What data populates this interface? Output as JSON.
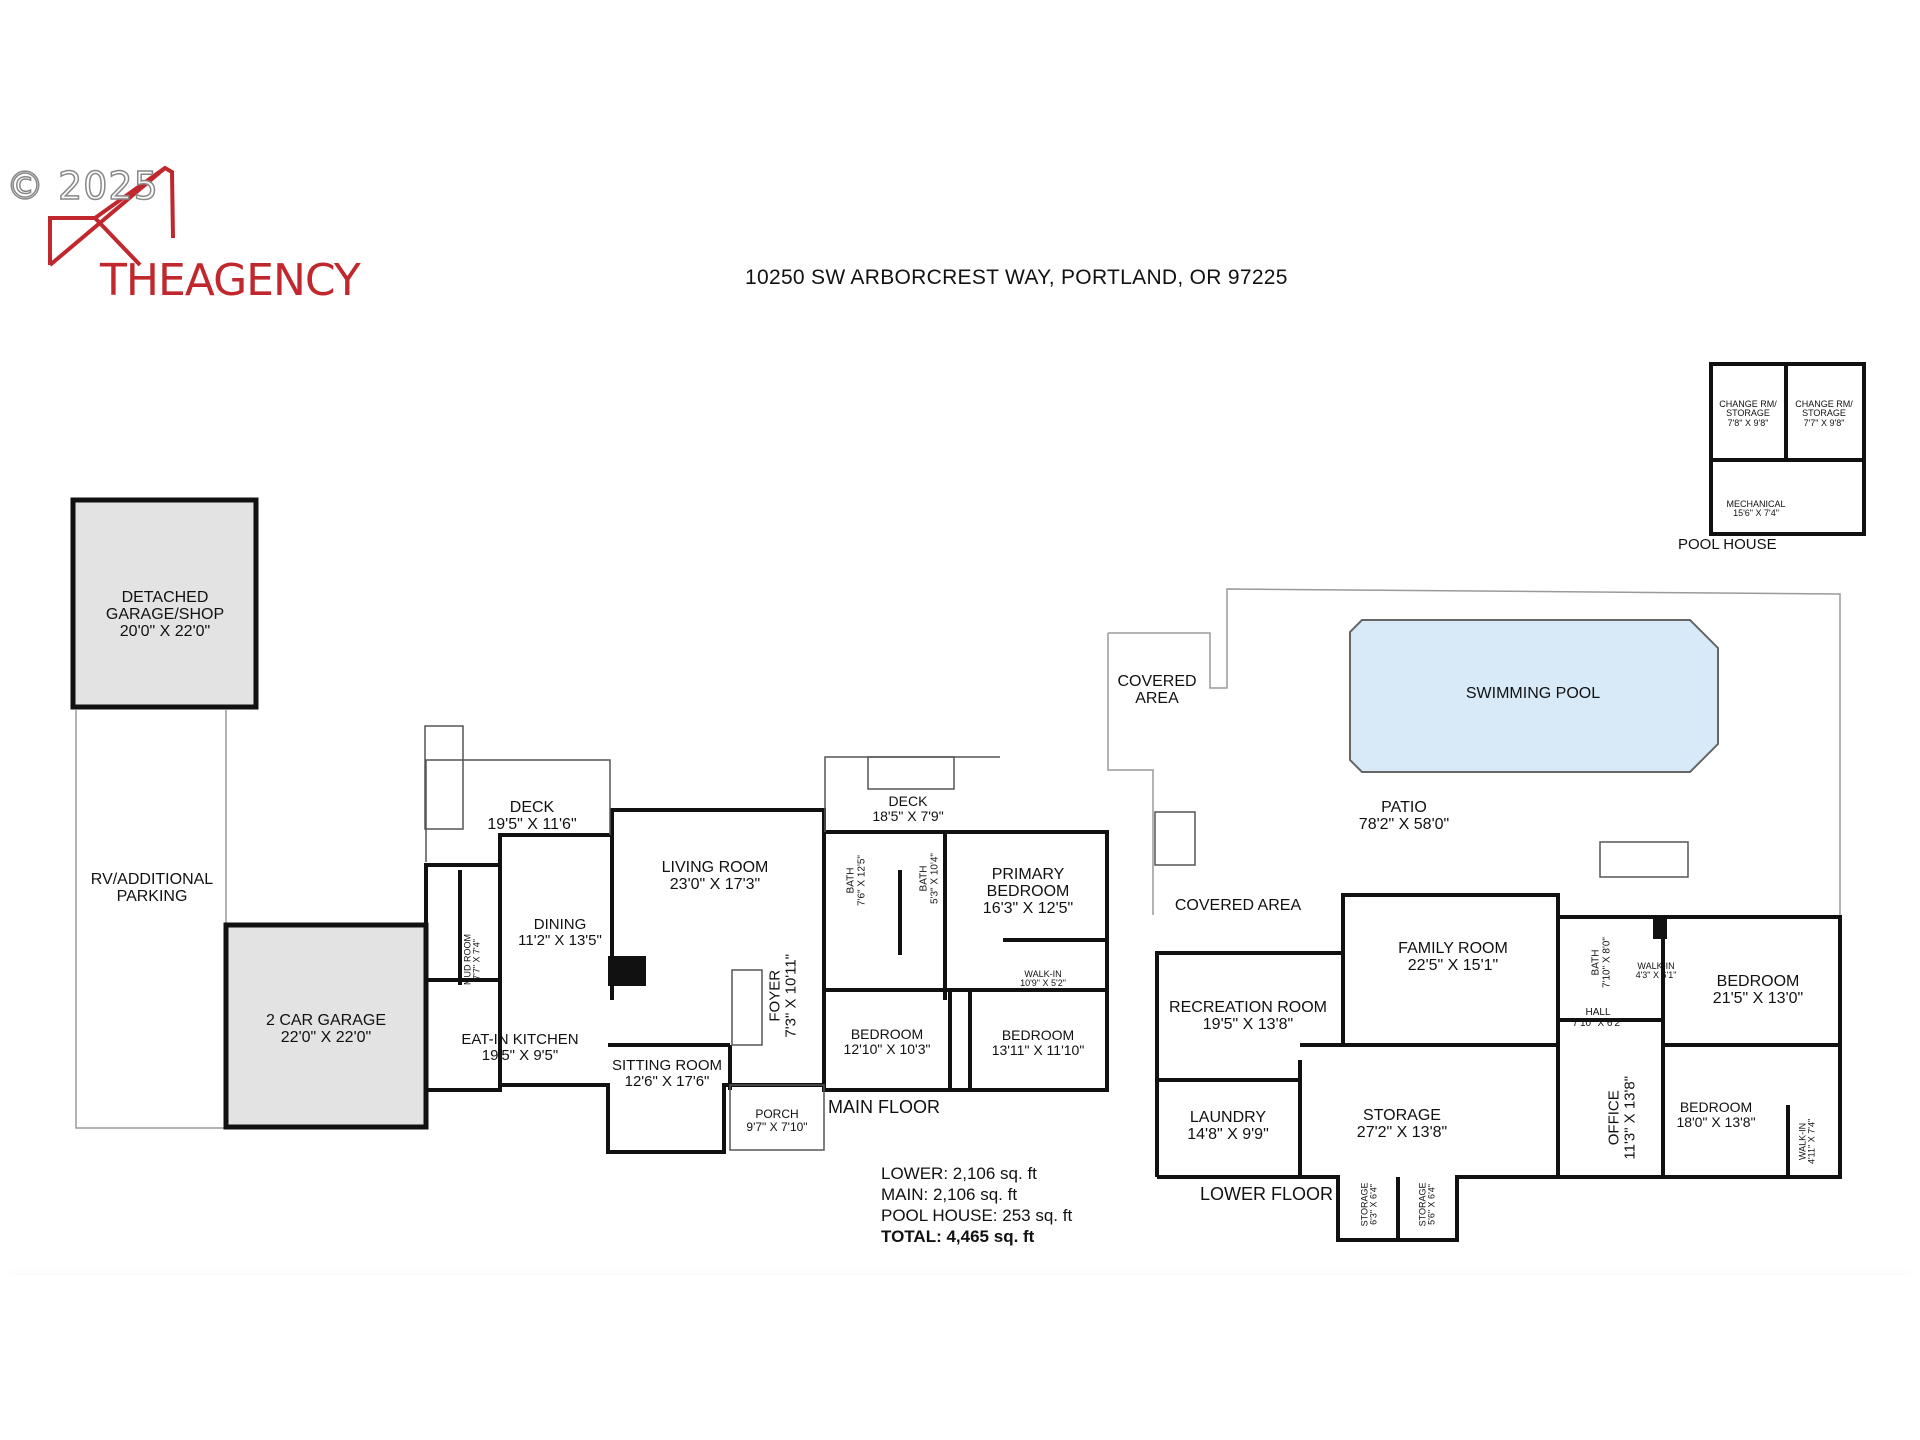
{
  "copyright": "© 2025",
  "logo": {
    "text": "THEAGENCY",
    "color": "#c0282d"
  },
  "address": "10250 SW ARBORCREST WAY, PORTLAND, OR 97225",
  "rooms": {
    "detached_garage": {
      "name": "DETACHED\nGARAGE/SHOP",
      "dim": "20'0\" X 22'0\""
    },
    "rv_parking": {
      "name": "RV/ADDITIONAL\nPARKING"
    },
    "car_garage": {
      "name": "2 CAR GARAGE",
      "dim": "22'0\" X 22'0\""
    },
    "deck_main": {
      "name": "DECK",
      "dim": "19'5\" X 11'6\""
    },
    "mud_room": {
      "name": "MUD ROOM",
      "dim": "7'7\" X 7'4\""
    },
    "dining": {
      "name": "DINING",
      "dim": "11'2\" X 13'5\""
    },
    "living_room": {
      "name": "LIVING ROOM",
      "dim": "23'0\" X 17'3\""
    },
    "eat_in_kitchen": {
      "name": "EAT-IN KITCHEN",
      "dim": "19'5\" X 9'5\""
    },
    "sitting_room": {
      "name": "SITTING ROOM",
      "dim": "12'6\" X 17'6\""
    },
    "foyer": {
      "name": "FOYER",
      "dim": "7'3\" X 10'11\""
    },
    "porch": {
      "name": "PORCH",
      "dim": "9'7\" X 7'10\""
    },
    "deck_upper": {
      "name": "DECK",
      "dim": "18'5\" X 7'9\""
    },
    "bath_a": {
      "name": "BATH",
      "dim": "7'6\" X 12'5\""
    },
    "bath_b": {
      "name": "BATH",
      "dim": "5'3\" X 10'4\""
    },
    "primary_bedroom": {
      "name": "PRIMARY\nBEDROOM",
      "dim": "16'3\" X 12'5\""
    },
    "walk_in_main": {
      "name": "WALK-IN",
      "dim": "10'9\" X 5'2\""
    },
    "bedroom_main_1": {
      "name": "BEDROOM",
      "dim": "12'10\" X 10'3\""
    },
    "bedroom_main_2": {
      "name": "BEDROOM",
      "dim": "13'11\" X 11'10\""
    },
    "change_rm_1": {
      "name": "CHANGE RM/\nSTORAGE",
      "dim": "7'8\" X 9'8\""
    },
    "change_rm_2": {
      "name": "CHANGE RM/\nSTORAGE",
      "dim": "7'7\" X 9'8\""
    },
    "mechanical": {
      "name": "MECHANICAL",
      "dim": "15'6\" X 7'4\""
    },
    "swimming_pool": {
      "name": "SWIMMING POOL"
    },
    "covered_area_top": {
      "name": "COVERED\nAREA"
    },
    "patio": {
      "name": "PATIO",
      "dim": "78'2\" X 58'0\""
    },
    "covered_area_lower": {
      "name": "COVERED AREA"
    },
    "family_room": {
      "name": "FAMILY ROOM",
      "dim": "22'5\" X 15'1\""
    },
    "recreation_room": {
      "name": "RECREATION ROOM",
      "dim": "19'5\" X 13'8\""
    },
    "bath_lower": {
      "name": "BATH",
      "dim": "7'10\" X 8'0\""
    },
    "walk_in_lower_1": {
      "name": "WALK-IN",
      "dim": "4'3\" X 6'1\""
    },
    "bedroom_lower_1": {
      "name": "BEDROOM",
      "dim": "21'5\" X 13'0\""
    },
    "hall": {
      "name": "HALL",
      "dim": "7'10\" X 6'2\""
    },
    "office": {
      "name": "OFFICE",
      "dim": "11'3\" X 13'8\""
    },
    "bedroom_lower_2": {
      "name": "BEDROOM",
      "dim": "18'0\" X 13'8\""
    },
    "walk_in_lower_2": {
      "name": "WALK-IN",
      "dim": "4'11\" X 7'4\""
    },
    "laundry": {
      "name": "LAUNDRY",
      "dim": "14'8\" X 9'9\""
    },
    "storage_big": {
      "name": "STORAGE",
      "dim": "27'2\" X 13'8\""
    },
    "storage_s1": {
      "name": "STORAGE",
      "dim": "6'3\" X 6'4\""
    },
    "storage_s2": {
      "name": "STORAGE",
      "dim": "5'6\" X 6'4\""
    }
  },
  "floor_labels": {
    "pool_house": "POOL HOUSE",
    "main_floor": "MAIN FLOOR",
    "lower_floor": "LOWER FLOOR"
  },
  "totals": {
    "lower": "LOWER: 2,106 sq. ft",
    "main": "MAIN: 2,106 sq. ft",
    "pool_house": "POOL HOUSE: 253 sq. ft",
    "total": "TOTAL: 4,465 sq. ft"
  },
  "colors": {
    "wall": "#111111",
    "garage_fill": "#e3e3e3",
    "pool_fill": "#d8eaf8",
    "outline": "#9a9a9a"
  }
}
